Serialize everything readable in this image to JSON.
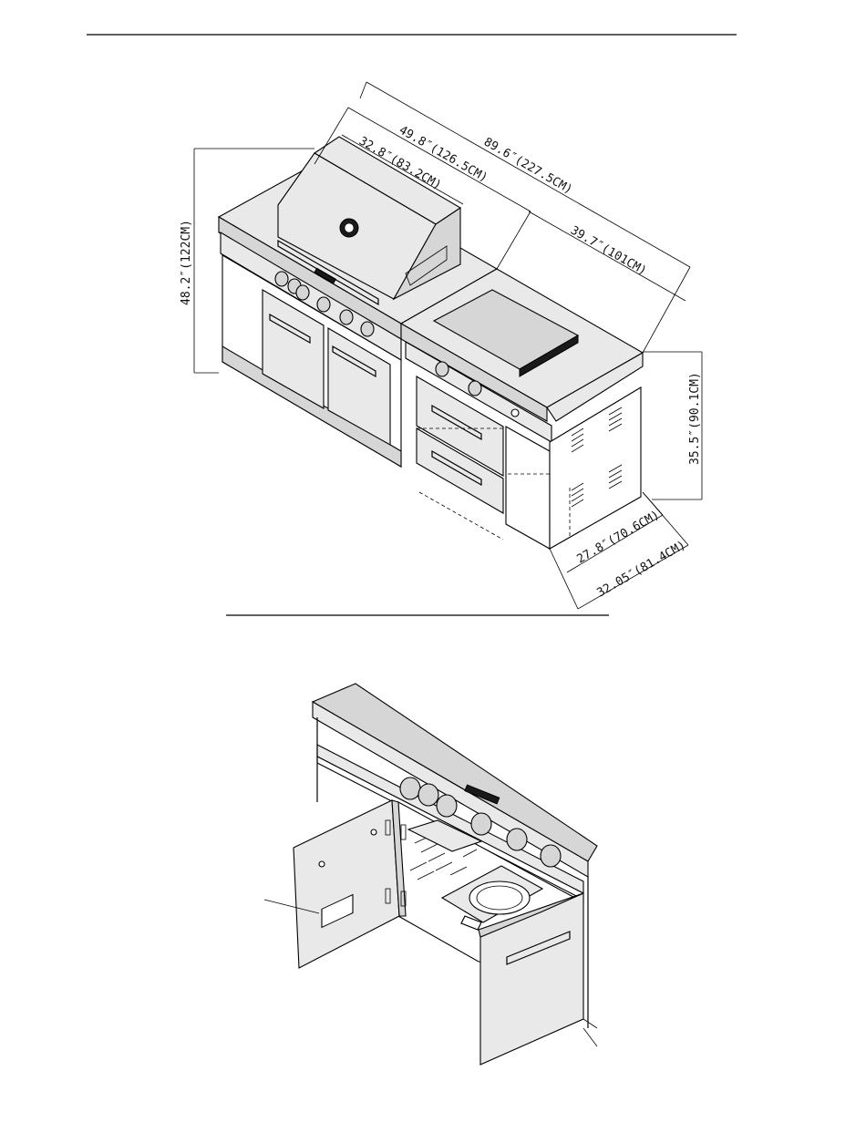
{
  "dimensions": {
    "overall_width": "89.6″(227.5CM)",
    "grill_section_width": "49.8″(126.5CM)",
    "hood_width": "32.8″(83.2CM)",
    "side_section_width": "39.7″(101CM)",
    "total_height": "48.2″(122CM)",
    "counter_height": "35.5″(90.1CM)",
    "cabinet_depth": "27.8″(70.6CM)",
    "total_depth": "32.05″(81.4CM)"
  },
  "figures": {
    "top": "island-dimension-view",
    "bottom": "cabinet-open-view"
  }
}
